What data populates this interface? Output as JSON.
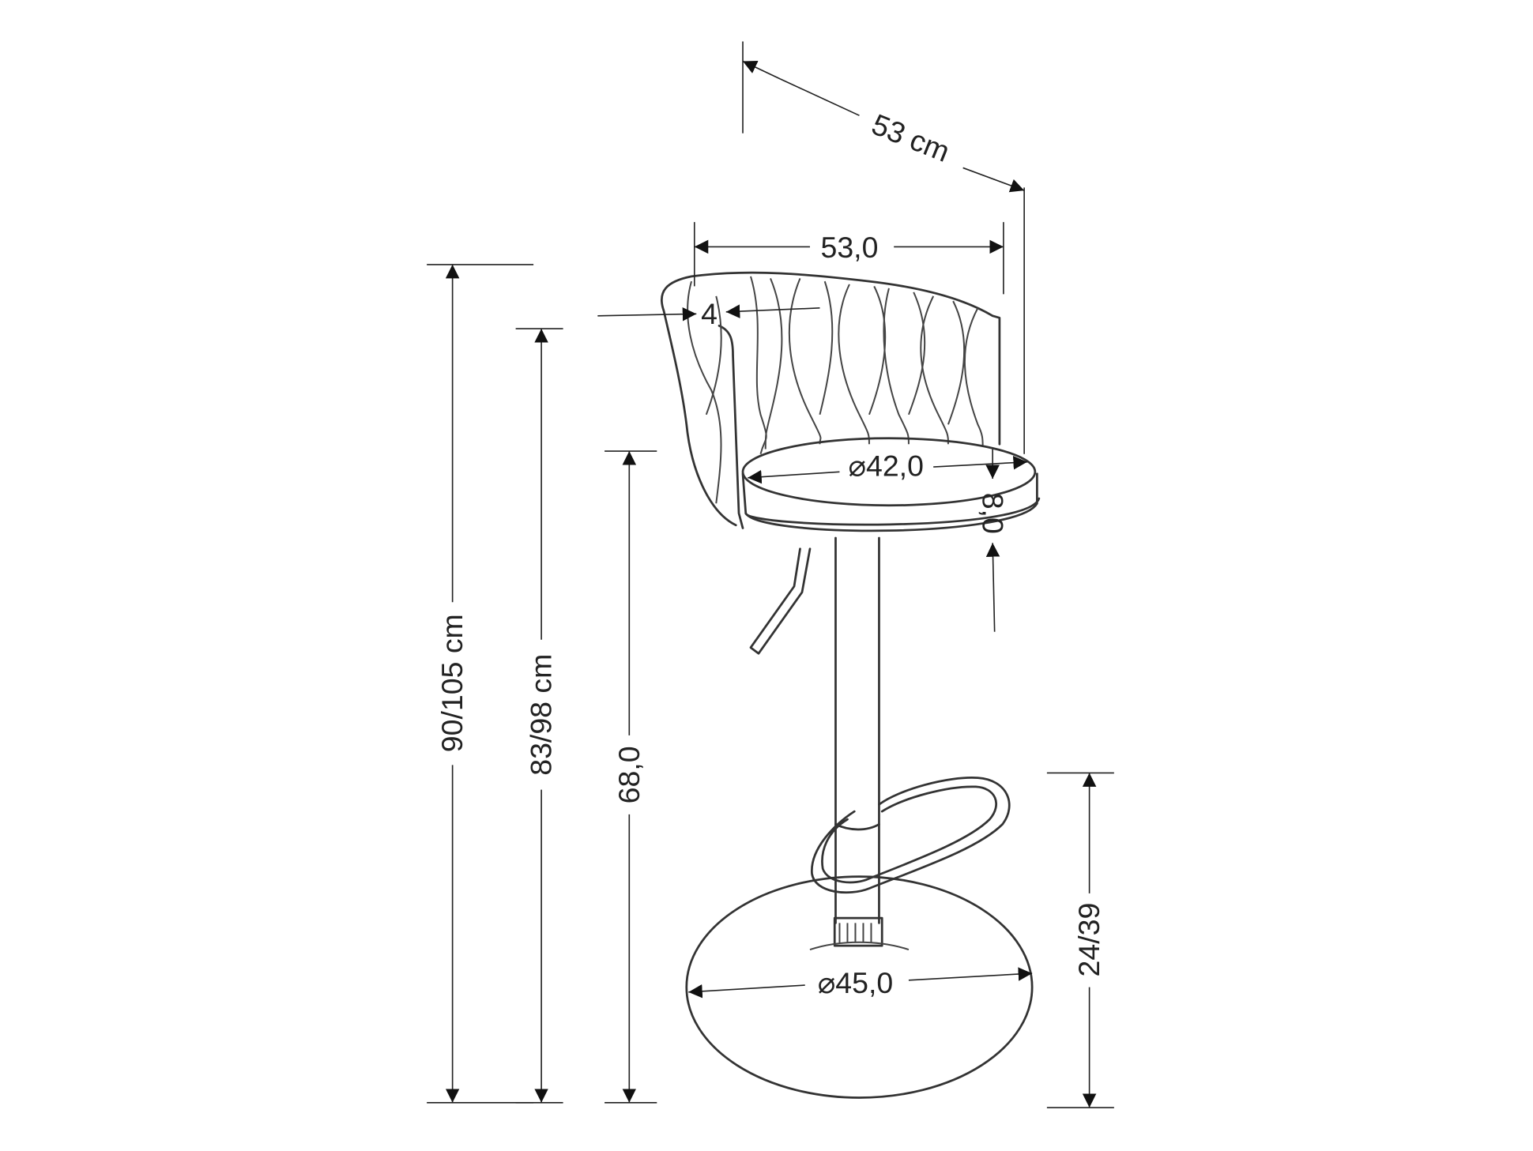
{
  "title": "Bar stool dimension drawing",
  "dimensions": {
    "depth_diagonal": "53 cm",
    "width_top": "53,0",
    "backrest_thickness": "4",
    "seat_diameter": "⌀42,0",
    "seat_thickness": "8,0",
    "total_height": "90/105 cm",
    "armrest_height": "83/98 cm",
    "seat_height": "68,0",
    "footrest_height": "24/39",
    "base_diameter": "⌀45,0"
  },
  "colors": {
    "line": "#333333",
    "background": "#ffffff"
  }
}
